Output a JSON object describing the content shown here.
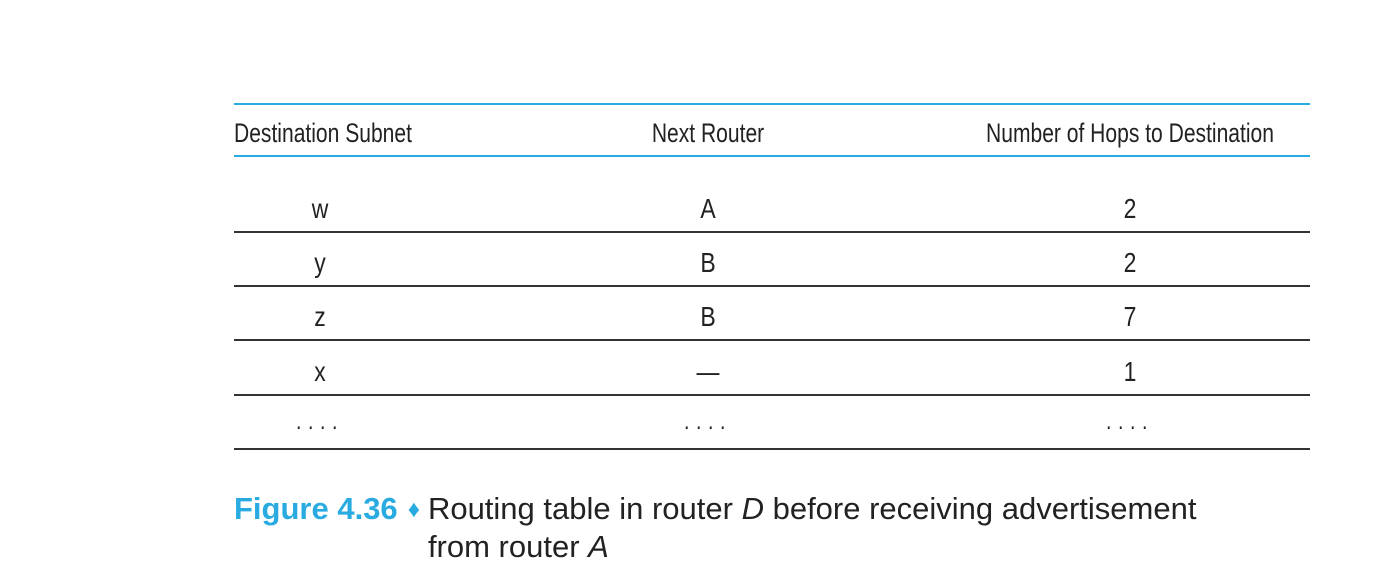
{
  "table": {
    "headers": [
      "Destination Subnet",
      "Next Router",
      "Number of Hops to Destination"
    ],
    "rows": [
      {
        "destination": "w",
        "next_router": "A",
        "hops": "2"
      },
      {
        "destination": "y",
        "next_router": "B",
        "hops": "2"
      },
      {
        "destination": "z",
        "next_router": "B",
        "hops": "7"
      },
      {
        "destination": "x",
        "next_router": "—",
        "hops": "1"
      },
      {
        "destination": "....",
        "next_router": "....",
        "hops": "...."
      }
    ]
  },
  "caption": {
    "label": "Figure 4.36",
    "separator": "♦",
    "text_part1": "Routing table in router ",
    "router_d": "D",
    "text_part2": " before receiving advertisement",
    "text_part3": "from router ",
    "router_a": "A"
  },
  "colors": {
    "accent": "#29abe2",
    "text": "#222222",
    "rule": "#333333"
  }
}
